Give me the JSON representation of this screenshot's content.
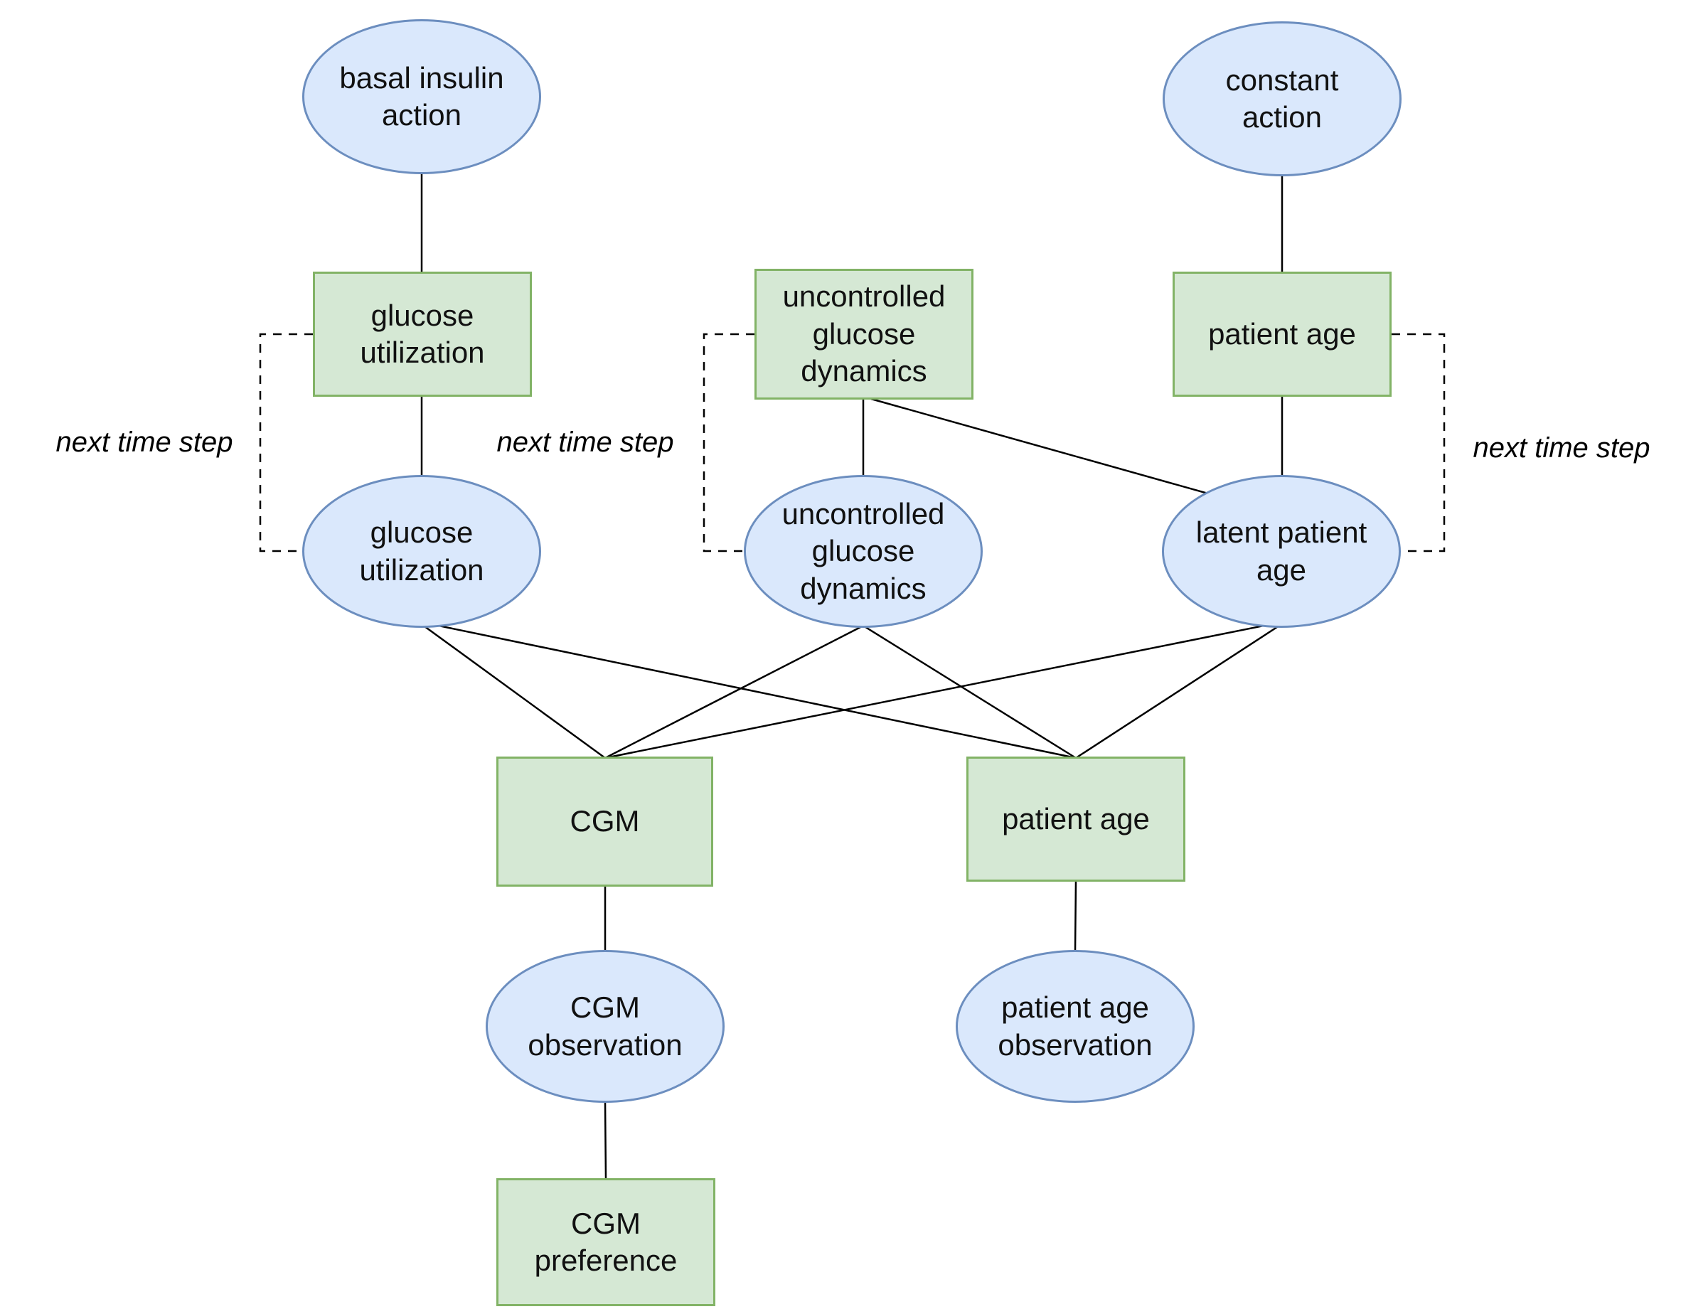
{
  "diagram": {
    "colors": {
      "background": "#ffffff",
      "ellipse_fill": "#dae8fc",
      "ellipse_border": "#6c8ebf",
      "rect_fill": "#d5e8d4",
      "rect_border": "#82b366",
      "edge": "#000000"
    },
    "nodes": {
      "basal_insulin_action": {
        "label": "basal insulin\naction",
        "shape": "ellipse"
      },
      "constant_action": {
        "label": "constant\naction",
        "shape": "ellipse"
      },
      "glucose_utilization_state": {
        "label": "glucose\nutilization",
        "shape": "rect"
      },
      "uncontrolled_glucose_dynamics_state": {
        "label": "uncontrolled\nglucose\ndynamics",
        "shape": "rect"
      },
      "patient_age_state": {
        "label": "patient age",
        "shape": "rect"
      },
      "glucose_utilization": {
        "label": "glucose\nutilization",
        "shape": "ellipse"
      },
      "uncontrolled_glucose_dynamics": {
        "label": "uncontrolled\nglucose\ndynamics",
        "shape": "ellipse"
      },
      "latent_patient_age": {
        "label": "latent patient\nage",
        "shape": "ellipse"
      },
      "cgm": {
        "label": "CGM",
        "shape": "rect"
      },
      "patient_age": {
        "label": "patient age",
        "shape": "rect"
      },
      "cgm_observation": {
        "label": "CGM\nobservation",
        "shape": "ellipse"
      },
      "patient_age_observation": {
        "label": "patient age\nobservation",
        "shape": "ellipse"
      },
      "cgm_preference": {
        "label": "CGM\npreference",
        "shape": "rect"
      }
    },
    "edge_labels": {
      "next_time_step_left": "next time step",
      "next_time_step_middle": "next time step",
      "next_time_step_right": "next time step"
    }
  }
}
